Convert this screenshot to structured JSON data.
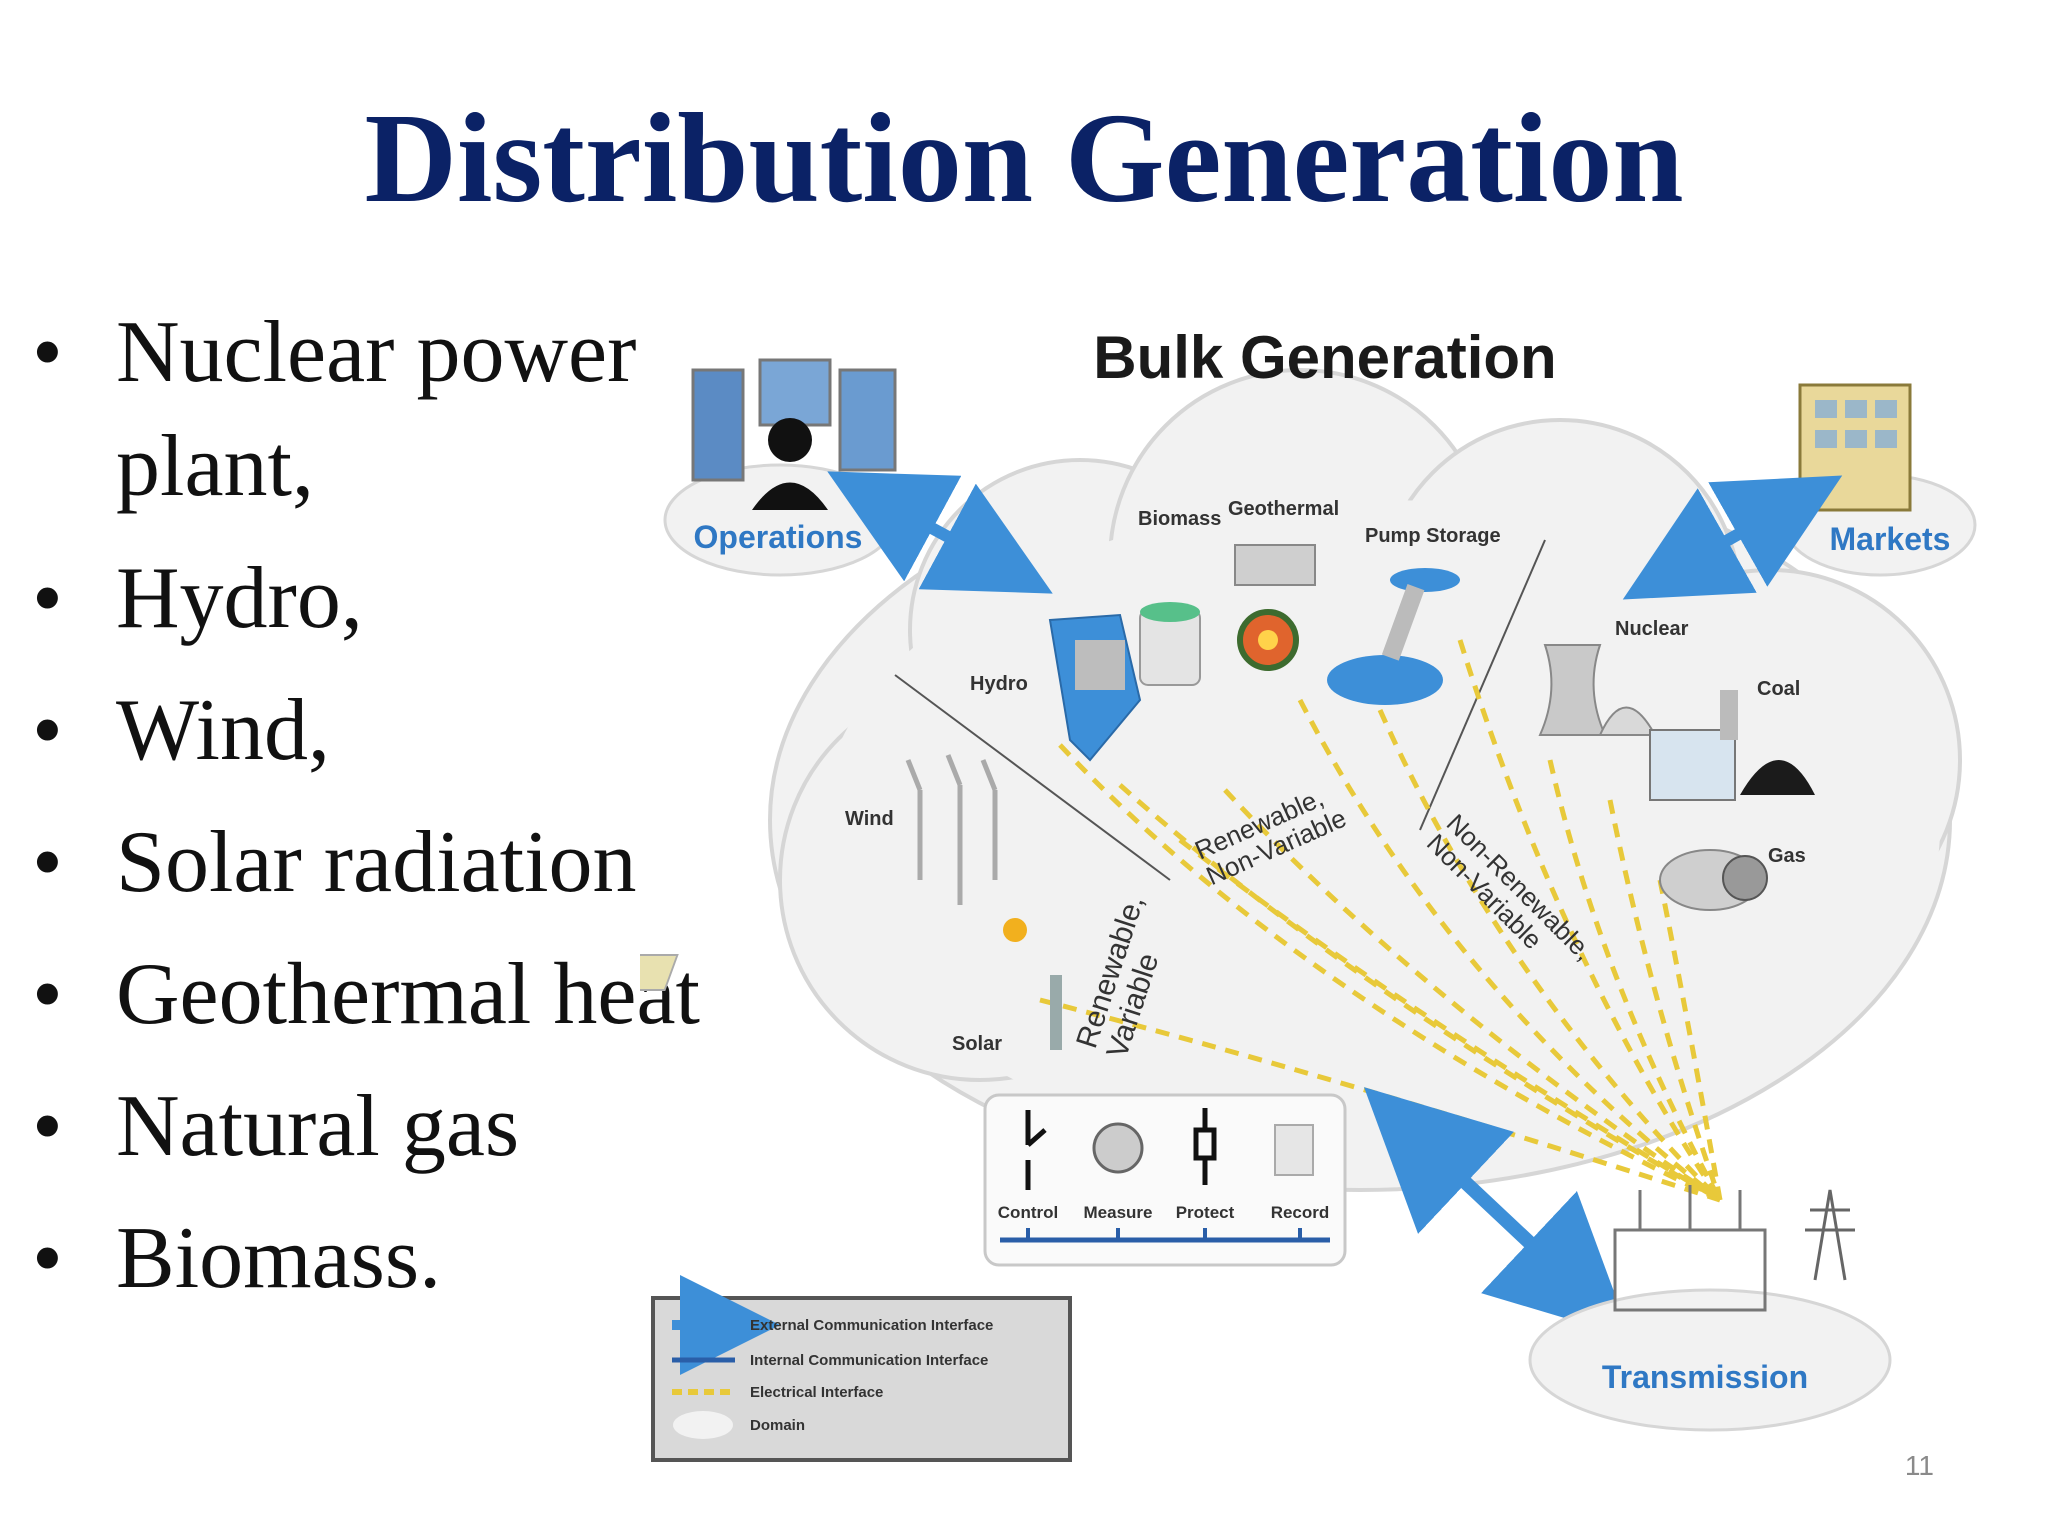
{
  "slide": {
    "title": "Distribution Generation",
    "bullets": [
      "Nuclear power plant,",
      "Hydro,",
      "Wind,",
      "Solar radiation",
      "Geothermal heat",
      "Natural gas",
      "Biomass."
    ],
    "page_number": "11"
  },
  "diagram": {
    "heading": "Bulk Generation",
    "domains": {
      "operations": "Operations",
      "markets": "Markets",
      "transmission": "Transmission"
    },
    "sources": {
      "biomass": "Biomass",
      "geothermal": "Geothermal",
      "pump_storage": "Pump Storage",
      "hydro": "Hydro",
      "wind": "Wind",
      "solar": "Solar",
      "nuclear": "Nuclear",
      "coal": "Coal",
      "gas": "Gas"
    },
    "categories": {
      "renewable_variable_1": "Renewable,",
      "renewable_variable_2": "Variable",
      "renewable_nonvariable_1": "Renewable,",
      "renewable_nonvariable_2": "Non-Variable",
      "nonrenewable_nonvariable_1": "Non-Renewable,",
      "nonrenewable_nonvariable_2": "Non-Variable"
    },
    "functions": {
      "control": "Control",
      "measure": "Measure",
      "protect": "Protect",
      "record": "Record"
    },
    "legend": {
      "external": "External Communication Interface",
      "internal": "Internal Communication Interface",
      "electrical": "Electrical Interface",
      "domain": "Domain"
    }
  },
  "colors": {
    "title": "#0b2266",
    "domain_label": "#2f78c4",
    "arrow": "#3d8fd8",
    "electrical": "#e8c93a",
    "cloud": "#f2f2f2"
  }
}
